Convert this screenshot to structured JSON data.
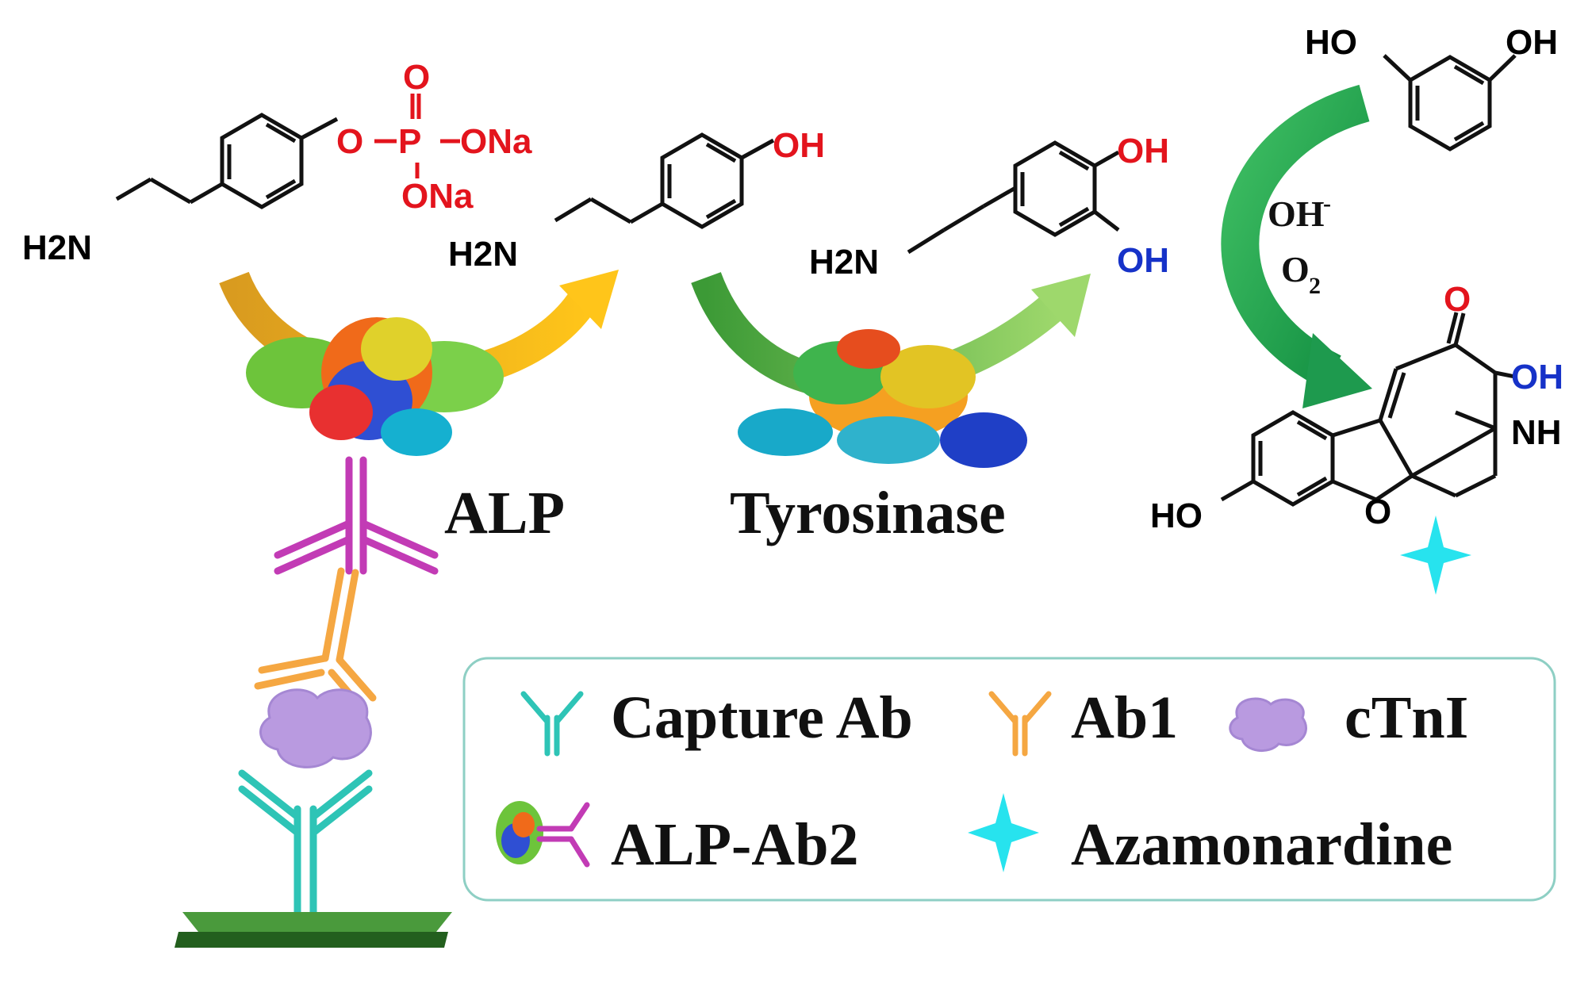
{
  "diagram": {
    "molecules": {
      "substrate": {
        "amine": "H2N",
        "phosphate_o": "O",
        "phosphate_p": "P",
        "phosphate_ona1": "ONa",
        "phosphate_ona2": "ONa",
        "phosphate_dbl_o": "O"
      },
      "tyramine": {
        "amine": "H2N",
        "hydroxyl": "OH"
      },
      "dopamine": {
        "amine": "H2N",
        "hydroxyl1": "OH",
        "hydroxyl2": "OH"
      },
      "resorcinol": {
        "hydroxyl_left": "HO",
        "hydroxyl_right": "OH"
      },
      "product": {
        "ketone_o": "O",
        "hydroxyl": "OH",
        "nh": "NH",
        "ring_o": "O",
        "phenol": "HO"
      }
    },
    "conditions": {
      "base": "OH",
      "base_charge": "-",
      "oxygen": "O",
      "oxygen_sub": "2"
    },
    "enzymes": {
      "alp": "ALP",
      "tyrosinase": "Tyrosinase"
    },
    "legend": {
      "capture_ab": "Capture Ab",
      "ab1": "Ab1",
      "ctni": "cTnI",
      "alp_ab2": "ALP-Ab2",
      "azamonardine": "Azamonardine"
    },
    "colors": {
      "capture_ab": "#2ec4b6",
      "ab1": "#f5a742",
      "ctni": "#b99ae0",
      "alp_ab2": "#c23bb5",
      "azamonardine": "#27e3ee",
      "alp_arrow": "#f0b400",
      "tyrosinase_arrow": "#5fb44a",
      "condition_arrow": "#1e9a4e",
      "phosphate": "#e3141d",
      "product_hydroxyl": "#1632c8",
      "substrate_bar": "#2f7d2a",
      "legend_border": "#8ecfc4"
    }
  }
}
